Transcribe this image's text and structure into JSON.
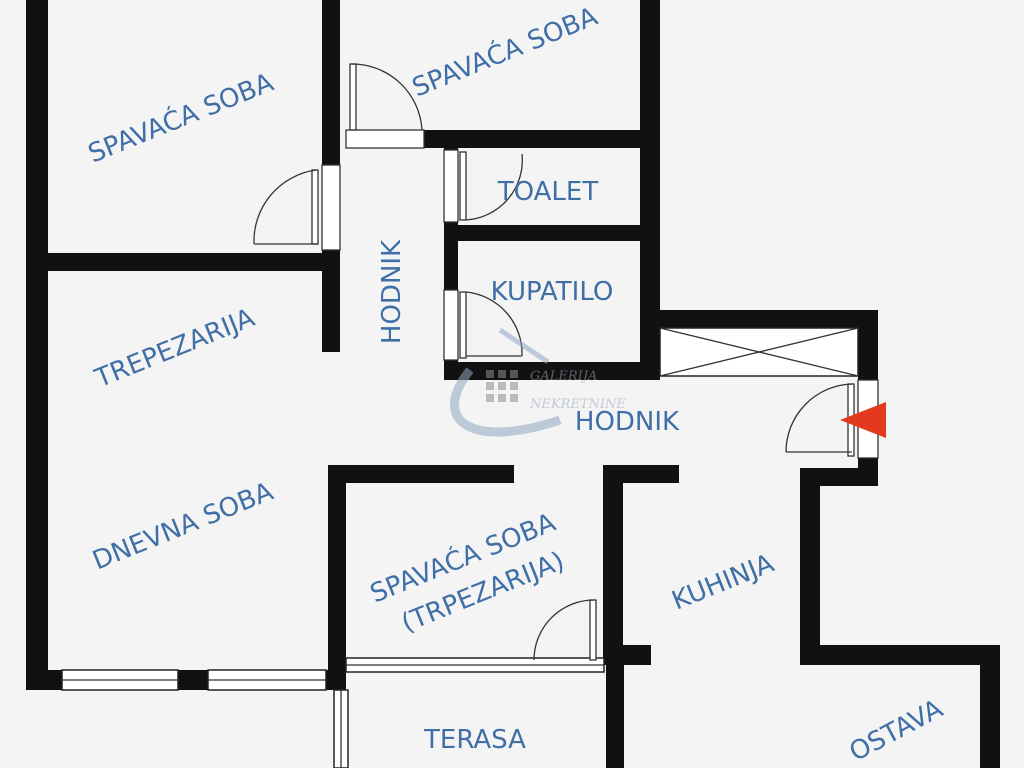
{
  "rooms": {
    "bedroom_top_left": "SPAVAĆA SOBA",
    "bedroom_top_mid": "SPAVAĆA SOBA",
    "toilet": "TOALET",
    "bathroom": "KUPATILO",
    "hall_vertical": "HODNIK",
    "hall_center": "HODNIK",
    "dining": "TREPEZARIJA",
    "living": "DNEVNA SOBA",
    "bedroom_dining_line1": "SPAVAĆA SOBA",
    "bedroom_dining_line2": "(TRPEZARIJA)",
    "kitchen": "KUHINJA",
    "terrace": "TERASA",
    "storage": "OSTAVA"
  },
  "watermark": {
    "line1": "GALERIJA",
    "line2": "NEKRETNINE"
  },
  "colors": {
    "wall": "#111111",
    "label": "#3f6fa6",
    "entrance_arrow": "#e23a1c",
    "background": "#f4f4f4"
  }
}
